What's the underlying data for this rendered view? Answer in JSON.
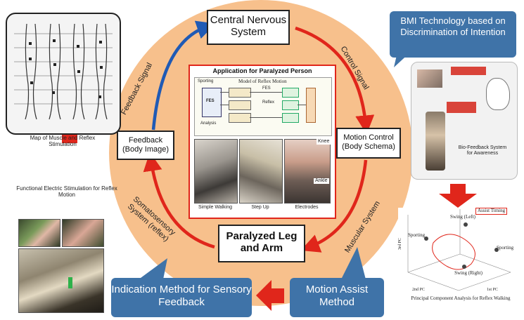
{
  "center": {
    "cns": "Central Nervous System",
    "feedback": "Feedback (Body Image)",
    "motion_control": "Motion Control (Body Schema)",
    "paralyzed": "Paralyzed Leg and Arm",
    "arc_feedback": "Feedback Signal",
    "arc_control": "Control Signal",
    "arc_muscular": "Muscular System",
    "arc_somatosensory": "Somatosensory System (reflex)"
  },
  "application": {
    "title": "Application for Paralyzed Person",
    "model_title": "Model of Reflex Motion",
    "sporting": "Sporting",
    "fes": "FES",
    "analysis": "Analysis",
    "reflex": "Reflex",
    "knee": "Knee",
    "ankle": "Ankle",
    "captions": [
      "Simple Walking",
      "Step Up",
      "Electrodes"
    ]
  },
  "left": {
    "map_caption": "Map of Muscle and Reflex Stimulation",
    "fes_caption": "Functional Electric Stimulation for Reflex Motion"
  },
  "right": {
    "bmi_callout": "BMI Technology based on Discrimination of Intention",
    "bio_feedback": "Bio-Feedback System for Awareness",
    "assist_timing": "Assist Timing",
    "swing_left": "Swing (Left)",
    "swing_right": "Swing (Right)",
    "sporting": "Sporting",
    "pca_caption": "Principal Component Analysis for Reflex Walking",
    "axis_pc1": "1st PC",
    "axis_pc2": "2nd PC",
    "axis_pc3": "3rd PC"
  },
  "bottom": {
    "indication": "Indication Method for Sensory Feedback",
    "motion_assist": "Motion Assist Method"
  },
  "colors": {
    "ellipse": "#f7c08c",
    "arrow_red": "#e0261b",
    "arrow_blue": "#1f5ab5",
    "callout_blue": "#3f73a8",
    "app_border": "#e0261b"
  }
}
